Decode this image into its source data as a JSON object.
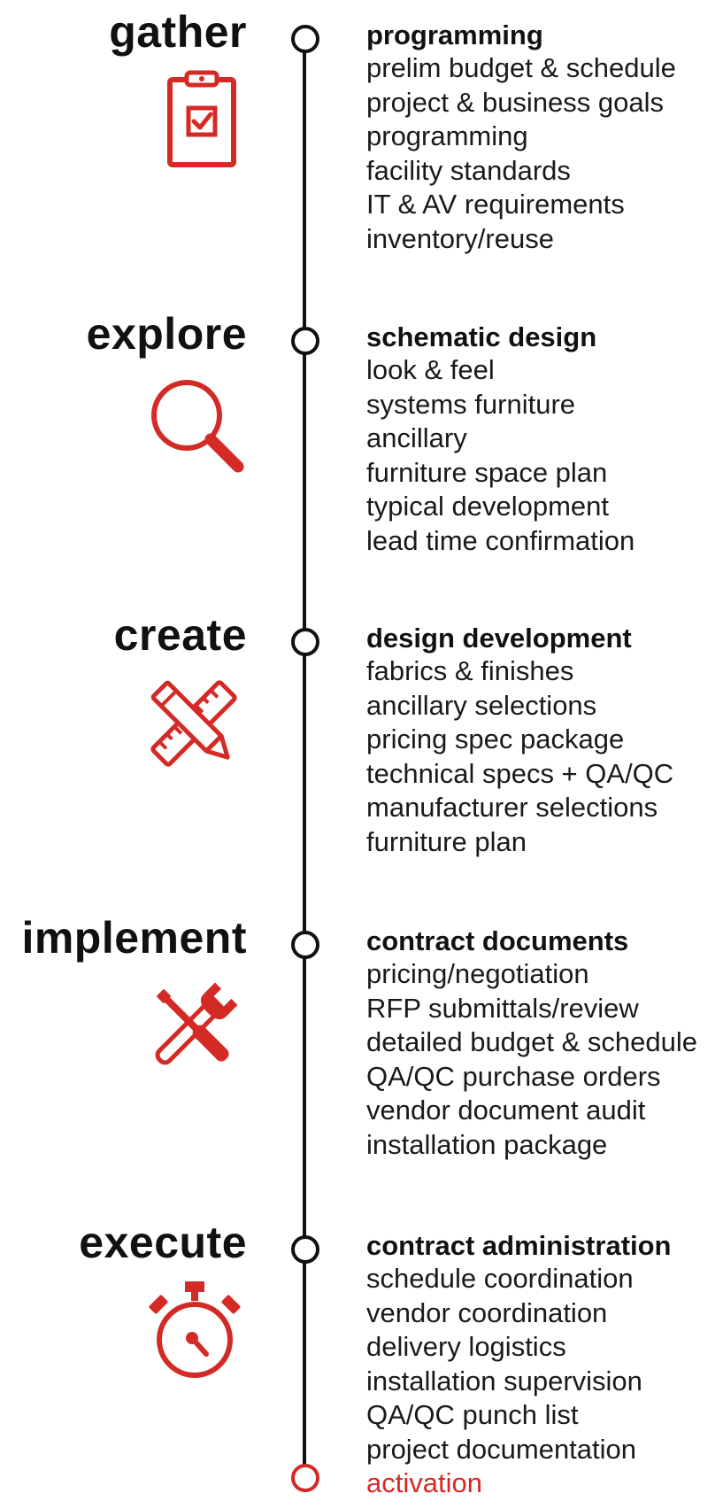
{
  "accent_color": "#d42a26",
  "phases": [
    {
      "title": "gather",
      "icon": "clipboard-check-icon",
      "heading": "programming",
      "items": [
        "prelim budget & schedule",
        "project & business goals",
        "programming",
        "facility standards",
        "IT & AV requirements",
        "inventory/reuse"
      ]
    },
    {
      "title": "explore",
      "icon": "magnifier-icon",
      "heading": "schematic design",
      "items": [
        "look & feel",
        "systems furniture",
        "ancillary",
        "furniture space plan",
        "typical development",
        "lead time confirmation"
      ]
    },
    {
      "title": "create",
      "icon": "ruler-pencil-icon",
      "heading": "design development",
      "items": [
        "fabrics & finishes",
        "ancillary selections",
        "pricing spec package",
        "technical specs + QA/QC",
        "manufacturer selections",
        "furniture plan"
      ]
    },
    {
      "title": "implement",
      "icon": "wrench-screwdriver-icon",
      "heading": "contract documents",
      "items": [
        "pricing/negotiation",
        "RFP submittals/review",
        "detailed budget & schedule",
        "QA/QC purchase orders",
        "vendor document audit",
        "installation package"
      ]
    },
    {
      "title": "execute",
      "icon": "stopwatch-icon",
      "heading": "contract administration",
      "items": [
        "schedule coordination",
        "vendor coordination",
        "delivery logistics",
        "installation supervision",
        "QA/QC punch list",
        "project documentation",
        "activation"
      ]
    }
  ]
}
